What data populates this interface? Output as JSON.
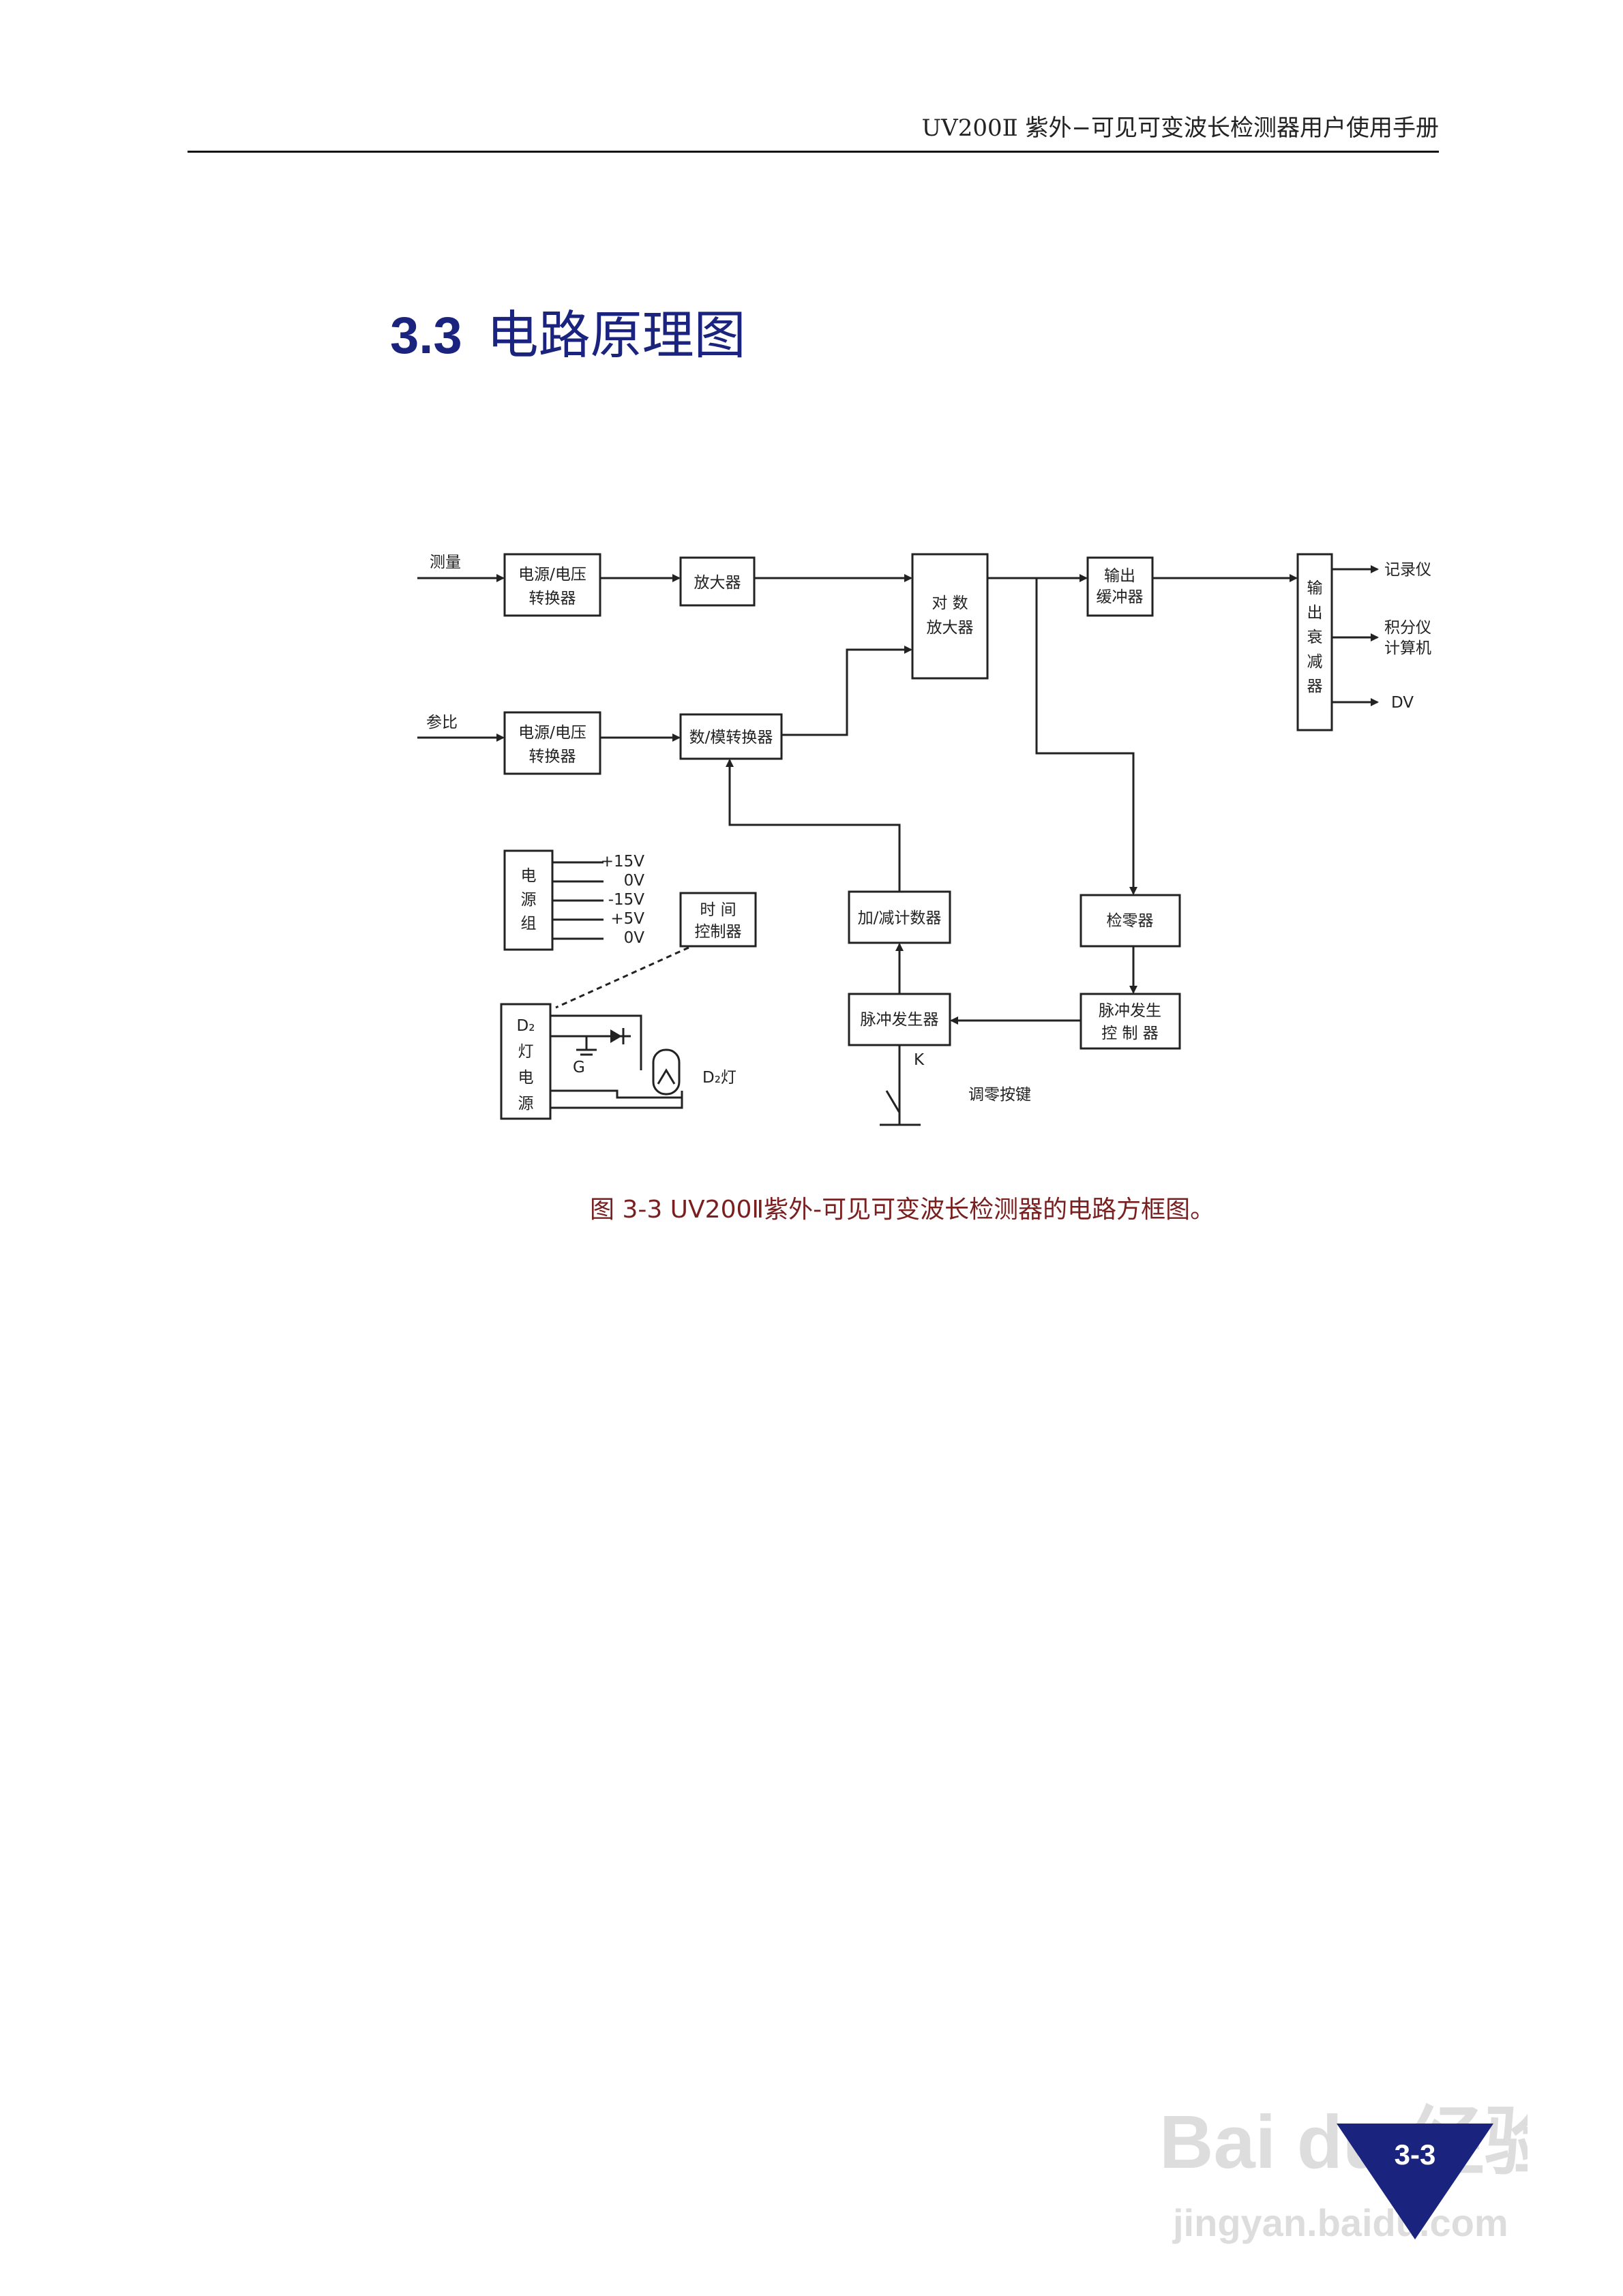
{
  "header": {
    "running_title": "UV200Ⅱ 紫外−可见可变波长检测器用户使用手册"
  },
  "section": {
    "number": "3.3",
    "title": "电路原理图"
  },
  "diagram": {
    "inputs": {
      "measure": "测量",
      "reference": "参比"
    },
    "blocks": {
      "pv_converter_1": [
        "电源/电压",
        "转换器"
      ],
      "amplifier": "放大器",
      "log_amplifier": [
        "对 数",
        "放大器"
      ],
      "output_buffer": [
        "输出",
        "缓冲器"
      ],
      "output_attenuator": [
        "输",
        "出",
        "衰",
        "减",
        "器"
      ],
      "pv_converter_2": [
        "电源/电压",
        "转换器"
      ],
      "da_converter": "数/模转换器",
      "power_group": [
        "电",
        "源",
        "组"
      ],
      "timer_controller": [
        "时 间",
        "控制器"
      ],
      "up_down_counter": "加/减计数器",
      "zero_detector": "检零器",
      "pulse_generator": "脉冲发生器",
      "pulse_gen_controller": [
        "脉冲发生",
        "控 制 器"
      ],
      "d2_lamp_power": [
        "D₂",
        "灯",
        "电",
        "源"
      ]
    },
    "outputs": {
      "recorder": "记录仪",
      "integrator": [
        "积分仪",
        "计算机"
      ],
      "dv": "DV"
    },
    "voltages": [
      "+15V",
      "0V",
      "-15V",
      "+5V",
      "0V"
    ],
    "misc": {
      "ground": "G",
      "lamp": "D₂灯",
      "switch": "K",
      "zero_key": "调零按键"
    }
  },
  "caption": "图  3-3 UV200Ⅱ紫外-可见可变波长检测器的电路方框图。",
  "footer": {
    "page": "3-3"
  },
  "watermark": {
    "brand": "Bai du 经验",
    "url": "jingyan.baidu.com"
  }
}
